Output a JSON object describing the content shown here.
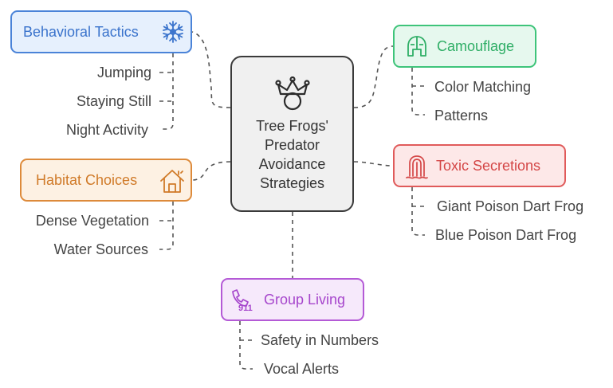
{
  "center": {
    "title": "Tree Frogs' Predator Avoidance Strategies",
    "icon": "crown-icon"
  },
  "branches": [
    {
      "key": "behavioral",
      "label": "Behavioral Tactics",
      "icon": "snowflake-icon",
      "color": "#4a83d8",
      "items": [
        "Jumping",
        "Staying Still",
        "Night Activity"
      ]
    },
    {
      "key": "habitat",
      "label": "Habitat Choices",
      "icon": "house-icon",
      "color": "#dd8a3a",
      "items": [
        "Dense Vegetation",
        "Water Sources"
      ]
    },
    {
      "key": "camouflage",
      "label": "Camouflage",
      "icon": "helmet-icon",
      "color": "#3ec47a",
      "items": [
        "Color Matching",
        "Patterns"
      ]
    },
    {
      "key": "toxic",
      "label": "Toxic Secretions",
      "icon": "fingerprint-icon",
      "color": "#e05a5a",
      "items": [
        "Giant Poison Dart Frog",
        "Blue Poison Dart Frog"
      ]
    },
    {
      "key": "group",
      "label": "Group Living",
      "icon": "phone-911-icon",
      "color": "#b45ad6",
      "items": [
        "Safety in Numbers",
        "Vocal Alerts"
      ]
    }
  ],
  "group_icon_text": "911"
}
